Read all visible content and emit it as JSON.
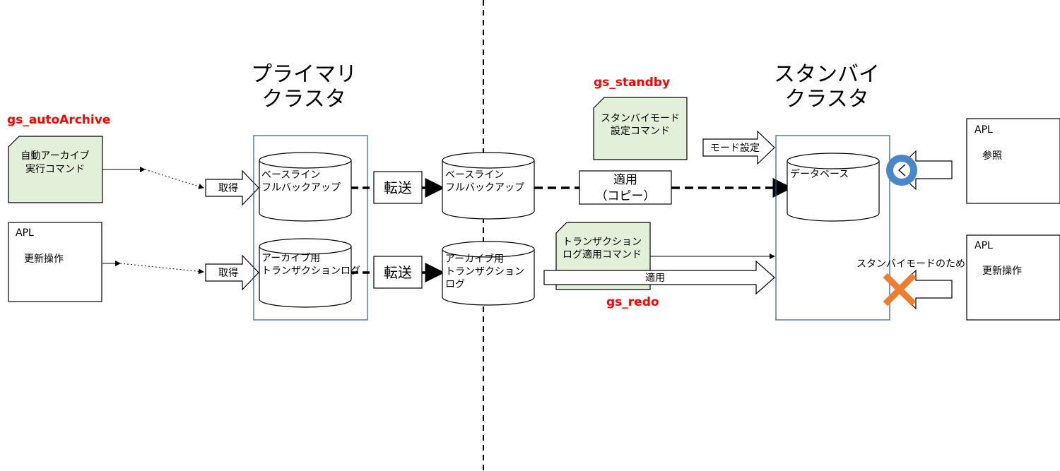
{
  "primary_cluster": {
    "title_line1": "プライマリ",
    "title_line2": "クラスタ"
  },
  "standby_cluster": {
    "title_line1": "スタンバイ",
    "title_line2": "クラスタ"
  },
  "commands": {
    "gs_autoArchive": "gs_autoArchive",
    "gs_standby": "gs_standby",
    "gs_redo": "gs_redo",
    "auto_archive_line1": "自動アーカイブ",
    "auto_archive_line2": "実行コマンド",
    "standby_mode_line1": "スタンバイモード",
    "standby_mode_line2": "設定コマンド",
    "log_apply_line1": "トランザクション",
    "log_apply_line2": "ログ適用コマンド"
  },
  "apl_left": {
    "title": "APL",
    "action": "更新操作"
  },
  "apl_right_top": {
    "title": "APL",
    "action": "参照"
  },
  "apl_right_bottom": {
    "title": "APL",
    "action": "更新操作"
  },
  "primary_db": {
    "baseline_line1": "ベースライン",
    "baseline_line2": "フルバックアップ",
    "archive_line1": "アーカイブ用",
    "archive_line2": "トランザクションログ"
  },
  "transfer_db": {
    "baseline_line1": "ベースライン",
    "baseline_line2": "フルバックアップ",
    "archive_line1": "アーカイブ用",
    "archive_line2": "トランザクション",
    "archive_line3": "ログ"
  },
  "standby_db": {
    "label": "データベース"
  },
  "labels": {
    "acquire_top": "取得",
    "acquire_bottom": "取得",
    "transfer_top": "転送",
    "transfer_bottom": "転送",
    "apply_copy_line1": "適用",
    "apply_copy_line2": "（コピー）",
    "apply_log": "適用",
    "mode_setting": "モード設定",
    "standby_reason": "スタンバイモードのため"
  },
  "colors": {
    "command_red": "#ff0000",
    "doc_fill": "#e2efd9",
    "cluster_border": "#2f5597",
    "ok_circle": "#4a86c8",
    "ng_cross": "#ed7d31"
  }
}
